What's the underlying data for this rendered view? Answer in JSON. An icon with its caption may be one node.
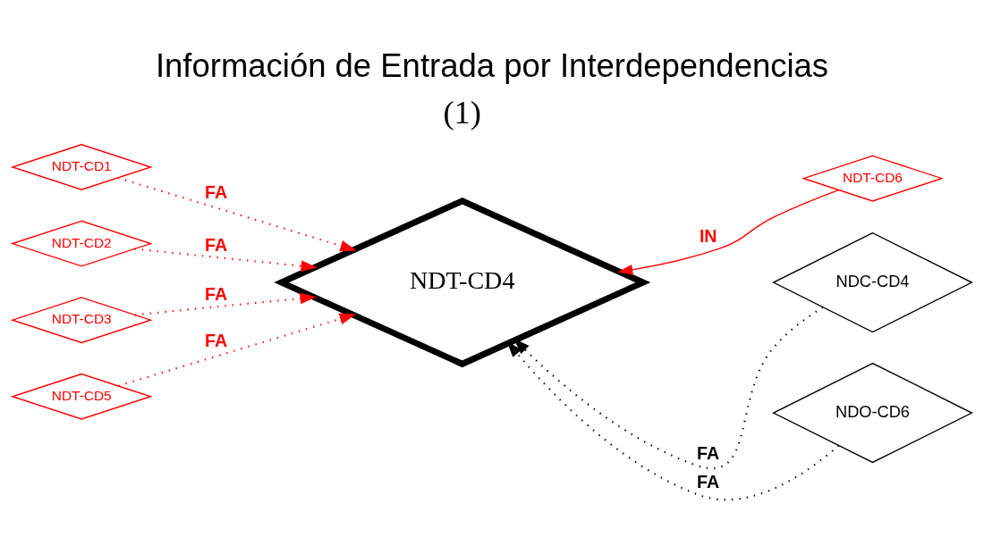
{
  "diagram": {
    "title": "Información de Entrada por Interdependencias",
    "nodes": [
      {
        "text": [
          "NDT-CD1"
        ]
      },
      {
        "text": [
          "NDT-CD2"
        ]
      },
      {
        "text": [
          "NDT-CD3"
        ]
      },
      {
        "text": [
          "NDT-CD5"
        ]
      },
      {
        "text": [
          "NDT-CD4"
        ]
      },
      {
        "text": [
          "NDT-CD6"
        ]
      },
      {
        "text": [
          "NDC-CD4"
        ]
      },
      {
        "text": [
          "NDO-CD6"
        ]
      }
    ],
    "edges": [
      {
        "from": 0,
        "to": 4,
        "arrow": "to",
        "label": "FA",
        "style": "dashed",
        "color": "#ff0000"
      },
      {
        "from": 1,
        "to": 4,
        "arrow": "to",
        "label": "FA",
        "style": "dashed",
        "color": "#ff0000"
      },
      {
        "from": 2,
        "to": 4,
        "arrow": "to",
        "label": "FA",
        "style": "dashed",
        "color": "#ff0000"
      },
      {
        "from": 3,
        "to": 4,
        "arrow": "to",
        "label": "FA",
        "style": "dashed",
        "color": "#ff0000"
      },
      {
        "from": 5,
        "to": 4,
        "arrow": "to",
        "label": "IN",
        "color": "#ff0000"
      },
      {
        "from": 6,
        "to": 4,
        "arrow": "to",
        "label": "FA",
        "style": "dashed",
        "color": "#000000"
      },
      {
        "from": 7,
        "to": 4,
        "arrow": "to",
        "label": "FA",
        "style": "dashed",
        "color": "#000000"
      }
    ],
    "labels": [
      "(1)"
    ]
  }
}
